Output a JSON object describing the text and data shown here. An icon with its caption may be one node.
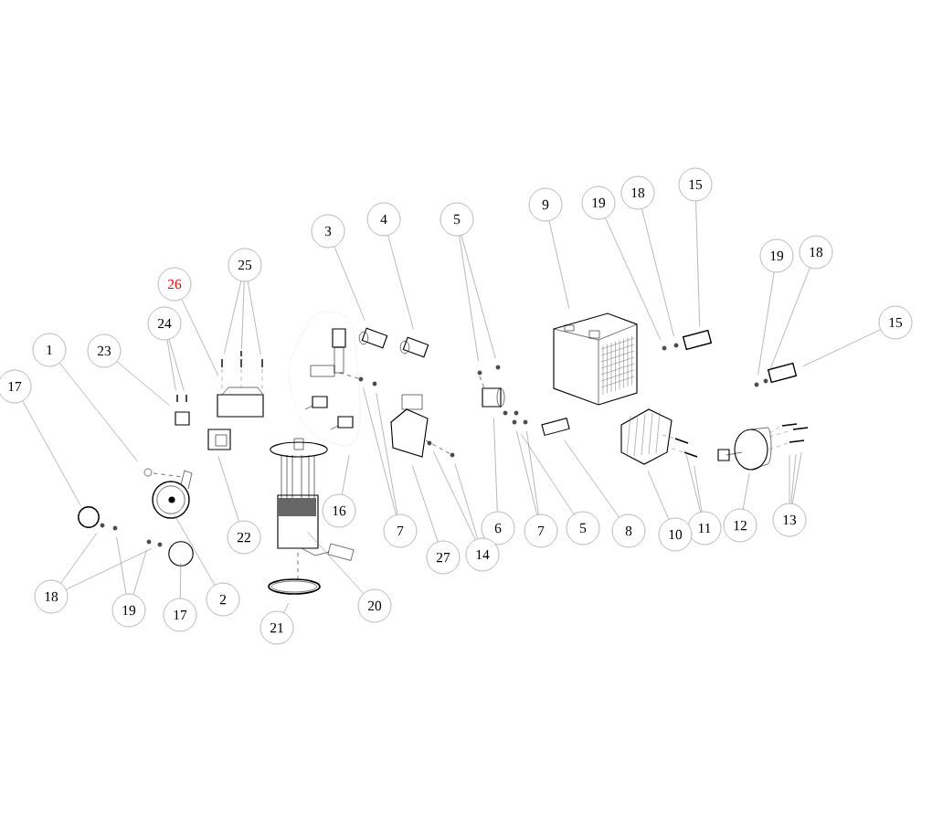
{
  "diagram": {
    "nodes": [
      {
        "text": [
          "15"
        ]
      },
      {
        "text": [
          "18"
        ]
      },
      {
        "text": [
          "19"
        ]
      },
      {
        "text": [
          "9"
        ]
      },
      {
        "text": [
          "4"
        ]
      },
      {
        "text": [
          "5"
        ]
      },
      {
        "text": [
          "3"
        ]
      },
      {
        "text": [
          "18"
        ]
      },
      {
        "text": [
          "19"
        ]
      },
      {
        "text": [
          "25"
        ]
      },
      {
        "text": [
          "26"
        ]
      },
      {
        "text": [
          "15"
        ]
      },
      {
        "text": [
          "24"
        ]
      },
      {
        "text": [
          "1"
        ]
      },
      {
        "text": [
          "23"
        ]
      },
      {
        "text": [
          "17"
        ]
      },
      {
        "text": [
          "16"
        ]
      },
      {
        "text": [
          "13"
        ]
      },
      {
        "text": [
          "12"
        ]
      },
      {
        "text": [
          "6"
        ]
      },
      {
        "text": [
          "5"
        ]
      },
      {
        "text": [
          "11"
        ]
      },
      {
        "text": [
          "7"
        ]
      },
      {
        "text": [
          "7"
        ]
      },
      {
        "text": [
          "8"
        ]
      },
      {
        "text": [
          "10"
        ]
      },
      {
        "text": [
          "22"
        ]
      },
      {
        "text": [
          "14"
        ]
      },
      {
        "text": [
          "27"
        ]
      },
      {
        "text": [
          "18"
        ]
      },
      {
        "text": [
          "2"
        ]
      },
      {
        "text": [
          "20"
        ]
      },
      {
        "text": [
          "19"
        ]
      },
      {
        "text": [
          "17"
        ]
      },
      {
        "text": [
          "21"
        ]
      }
    ],
    "edges": [
      {
        "from": 0,
        "to": null,
        "arrow": "none"
      },
      {
        "from": 1,
        "to": null,
        "arrow": "none"
      },
      {
        "from": 2,
        "to": null,
        "arrow": "none"
      },
      {
        "from": 3,
        "to": null,
        "arrow": "none"
      },
      {
        "from": 4,
        "to": null,
        "arrow": "none"
      },
      {
        "from": 5,
        "to": null,
        "arrow": "none"
      },
      {
        "from": 5,
        "to": null,
        "arrow": "none"
      },
      {
        "from": 6,
        "to": null,
        "arrow": "none"
      },
      {
        "from": 7,
        "to": null,
        "arrow": "none"
      },
      {
        "from": 8,
        "to": null,
        "arrow": "none"
      },
      {
        "from": 9,
        "to": null,
        "arrow": "none"
      },
      {
        "from": 9,
        "to": null,
        "arrow": "none"
      },
      {
        "from": 9,
        "to": null,
        "arrow": "none"
      },
      {
        "from": 10,
        "to": null,
        "arrow": "none"
      },
      {
        "from": 11,
        "to": null,
        "arrow": "none"
      },
      {
        "from": 12,
        "to": null,
        "arrow": "none"
      },
      {
        "from": 12,
        "to": null,
        "arrow": "none"
      },
      {
        "from": 13,
        "to": null,
        "arrow": "none"
      },
      {
        "from": 14,
        "to": null,
        "arrow": "none"
      },
      {
        "from": 15,
        "to": null,
        "arrow": "none"
      },
      {
        "from": 16,
        "to": null,
        "arrow": "none"
      },
      {
        "from": 17,
        "to": null,
        "arrow": "none"
      },
      {
        "from": 17,
        "to": null,
        "arrow": "none"
      },
      {
        "from": 17,
        "to": null,
        "arrow": "none"
      },
      {
        "from": 18,
        "to": null,
        "arrow": "none"
      },
      {
        "from": 19,
        "to": null,
        "arrow": "none"
      },
      {
        "from": 20,
        "to": null,
        "arrow": "none"
      },
      {
        "from": 21,
        "to": null,
        "arrow": "none"
      },
      {
        "from": 21,
        "to": null,
        "arrow": "none"
      },
      {
        "from": 22,
        "to": null,
        "arrow": "none"
      },
      {
        "from": 22,
        "to": null,
        "arrow": "none"
      },
      {
        "from": 23,
        "to": null,
        "arrow": "none"
      },
      {
        "from": 23,
        "to": null,
        "arrow": "none"
      },
      {
        "from": 24,
        "to": null,
        "arrow": "none"
      },
      {
        "from": 25,
        "to": null,
        "arrow": "none"
      },
      {
        "from": 26,
        "to": null,
        "arrow": "none"
      },
      {
        "from": 27,
        "to": null,
        "arrow": "none"
      },
      {
        "from": 27,
        "to": null,
        "arrow": "none"
      },
      {
        "from": 28,
        "to": null,
        "arrow": "none"
      },
      {
        "from": 29,
        "to": null,
        "arrow": "none"
      },
      {
        "from": 29,
        "to": null,
        "arrow": "none"
      },
      {
        "from": 30,
        "to": null,
        "arrow": "none"
      },
      {
        "from": 31,
        "to": null,
        "arrow": "none"
      },
      {
        "from": 32,
        "to": null,
        "arrow": "none"
      },
      {
        "from": 32,
        "to": null,
        "arrow": "none"
      },
      {
        "from": 33,
        "to": null,
        "arrow": "none"
      },
      {
        "from": 34,
        "to": null,
        "arrow": "none"
      }
    ]
  }
}
